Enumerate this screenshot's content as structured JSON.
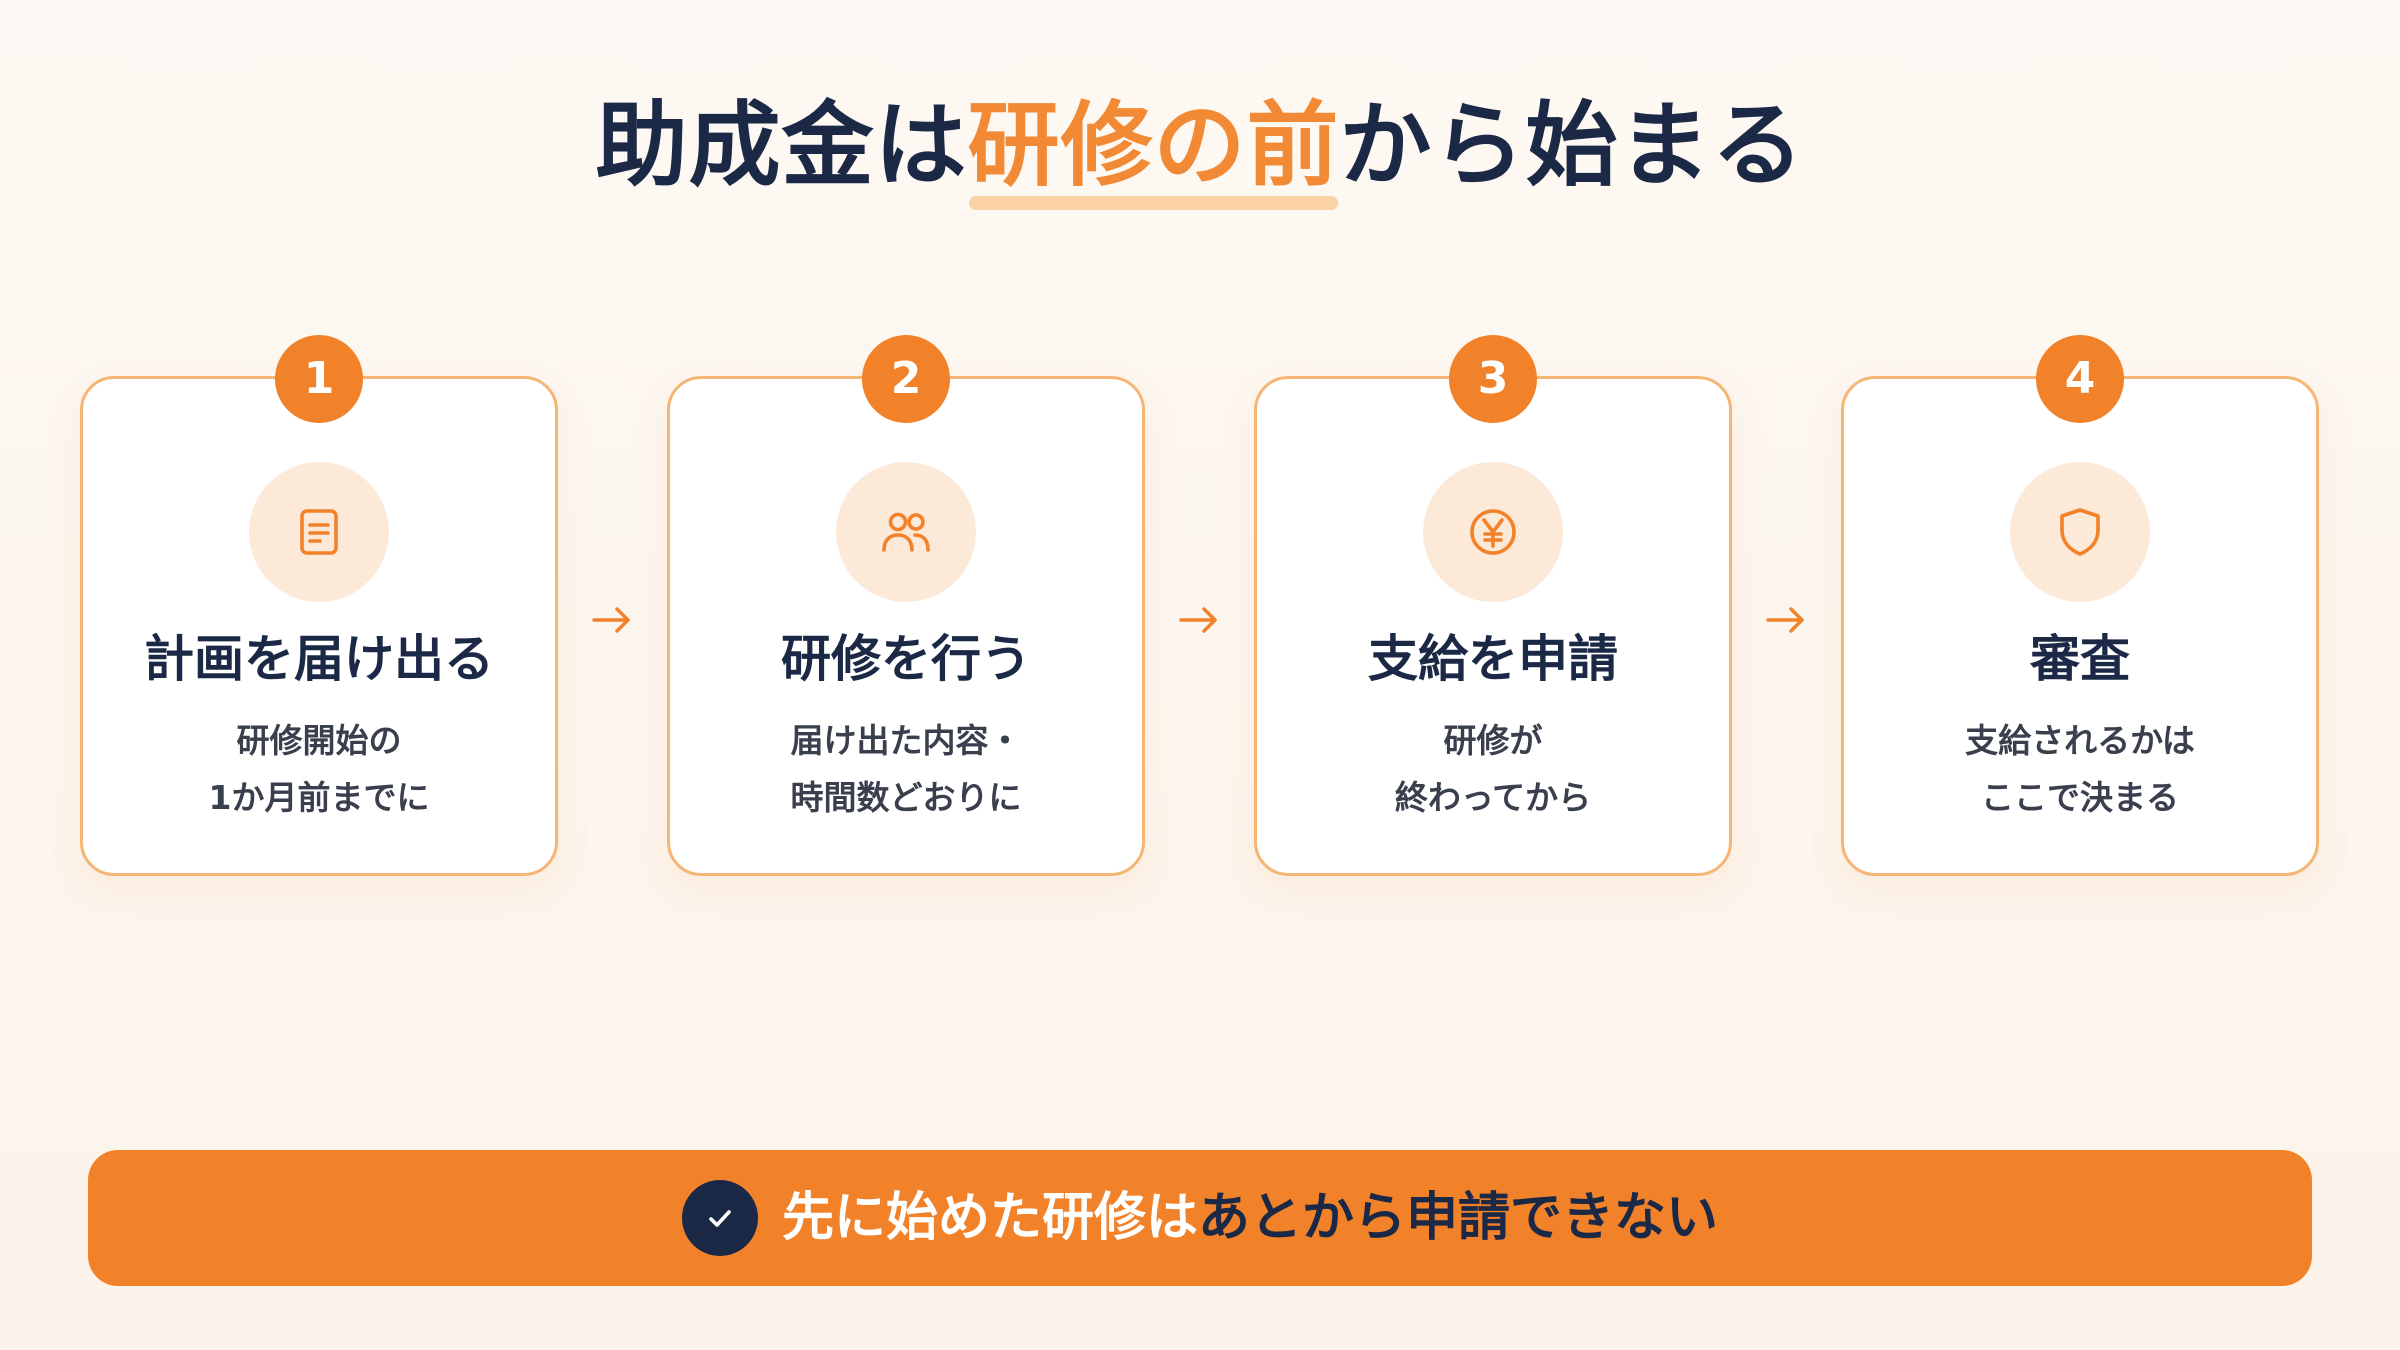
{
  "title": {
    "part1": "助成金は",
    "highlight": "研修の前",
    "part2": "から始まる"
  },
  "steps": [
    {
      "number": "1",
      "icon": "document-icon",
      "title": "計画を届け出る",
      "desc_line1": "研修開始の",
      "desc_line2": "1か月前までに"
    },
    {
      "number": "2",
      "icon": "users-icon",
      "title": "研修を行う",
      "desc_line1": "届け出た内容・",
      "desc_line2": "時間数どおりに"
    },
    {
      "number": "3",
      "icon": "yen-icon",
      "title": "支給を申請",
      "desc_line1": "研修が",
      "desc_line2": "終わってから"
    },
    {
      "number": "4",
      "icon": "shield-icon",
      "title": "審査",
      "desc_line1": "支給されるかは",
      "desc_line2": "ここで決まる"
    }
  ],
  "banner": {
    "icon": "check-icon",
    "text_white": "先に始めた研修は",
    "text_dark": "あとから申請できない"
  },
  "colors": {
    "accent": "#f2822a",
    "navy": "#1c2946",
    "card_border": "#f5b574",
    "icon_bg": "#fde9d7",
    "background": "#fdf8f3"
  }
}
